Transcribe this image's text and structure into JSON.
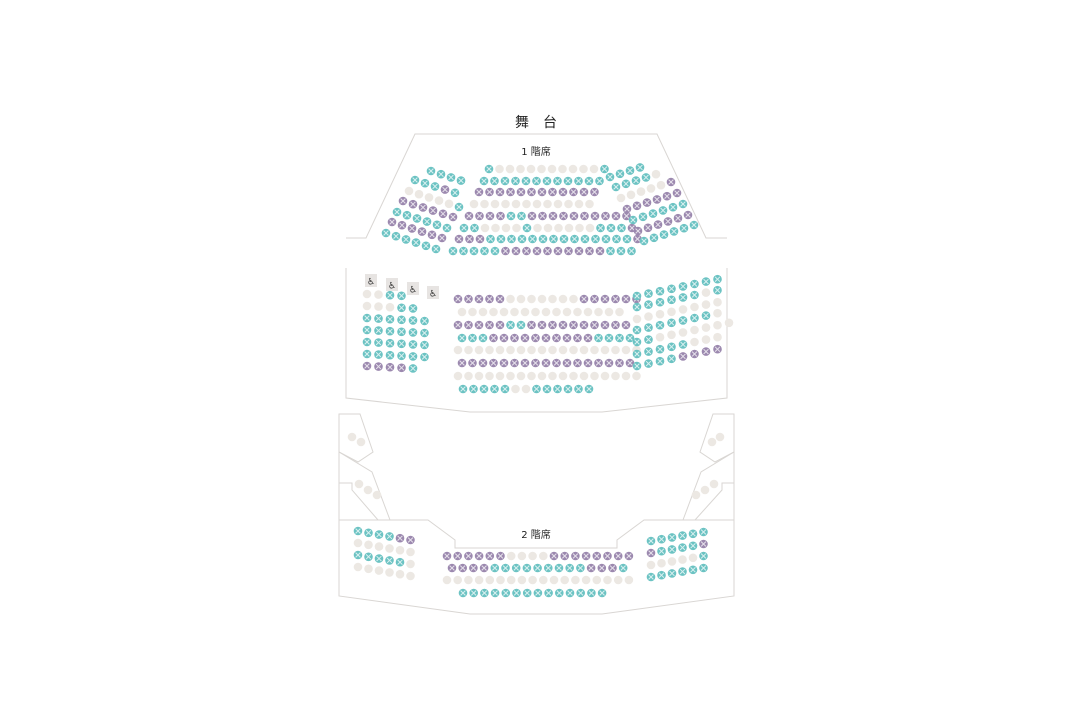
{
  "stage": {
    "label": "舞　台"
  },
  "floors": [
    {
      "label": "1 階席"
    },
    {
      "label": "2 階席"
    }
  ],
  "legend_colors": {
    "teal": "#6CC3C3",
    "purple": "#9C89AF",
    "free": "#ECE8E3",
    "outline": "#D9D6D3",
    "wheel": "#E7E4E2"
  },
  "accessibility": {
    "icon": "wheelchair-icon",
    "symbol": "♿",
    "count": 4
  }
}
